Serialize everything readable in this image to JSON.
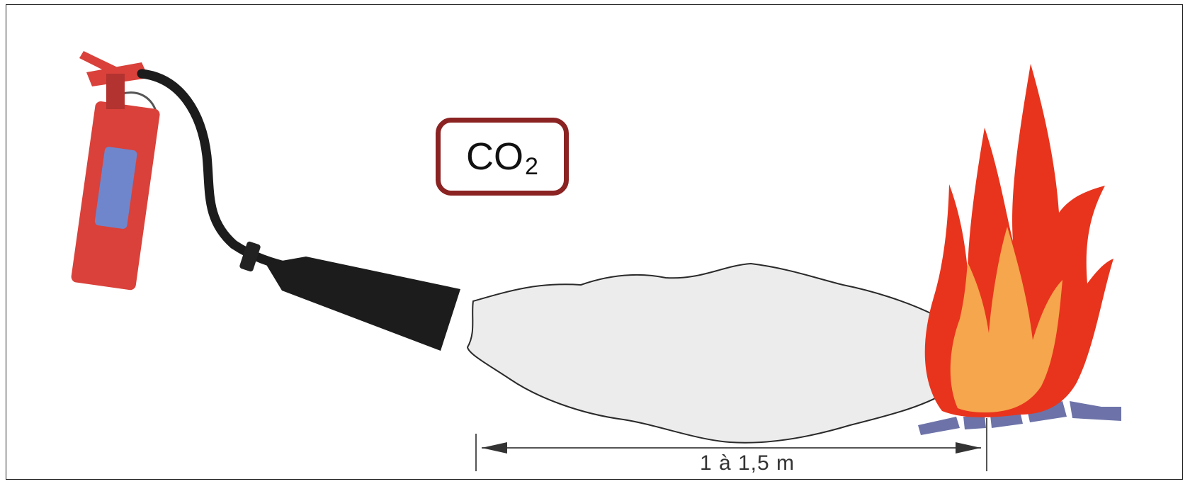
{
  "labels": {
    "agent": "CO",
    "agent_subscript": "2",
    "distance": "1 à 1,5 m"
  },
  "colors": {
    "extinguisher": "#d9413a",
    "extinguisher_panel": "#6f86cc",
    "hose": "#1c1c1c",
    "co2_cloud": "#ececec",
    "label_border": "#8b2323",
    "flame_outer": "#e8341c",
    "flame_inner": "#f6a64d",
    "fuel_base": "#6d73a8"
  },
  "icons": [
    "co2-extinguisher-icon",
    "flame-icon"
  ]
}
